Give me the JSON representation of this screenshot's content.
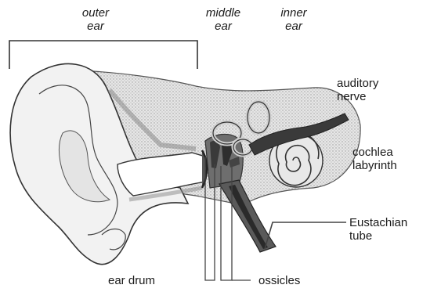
{
  "headers": {
    "outer_ear": "outer\near",
    "middle_ear": "middle\near",
    "inner_ear": "inner\near"
  },
  "labels": {
    "auditory_nerve": "auditory\nnerve",
    "cochlea_labyrinth": "cochlea\nlabyrinth",
    "eustachian_tube": "Eustachian\ntube",
    "ear_drum": "ear drum",
    "ossicles": "ossicles"
  },
  "colors": {
    "line": "#333333",
    "light": "#eeeeee",
    "mid": "#cfcfcf",
    "dark": "#777777",
    "darkest": "#3a3a3a",
    "stipple": "#d8d8d8"
  }
}
